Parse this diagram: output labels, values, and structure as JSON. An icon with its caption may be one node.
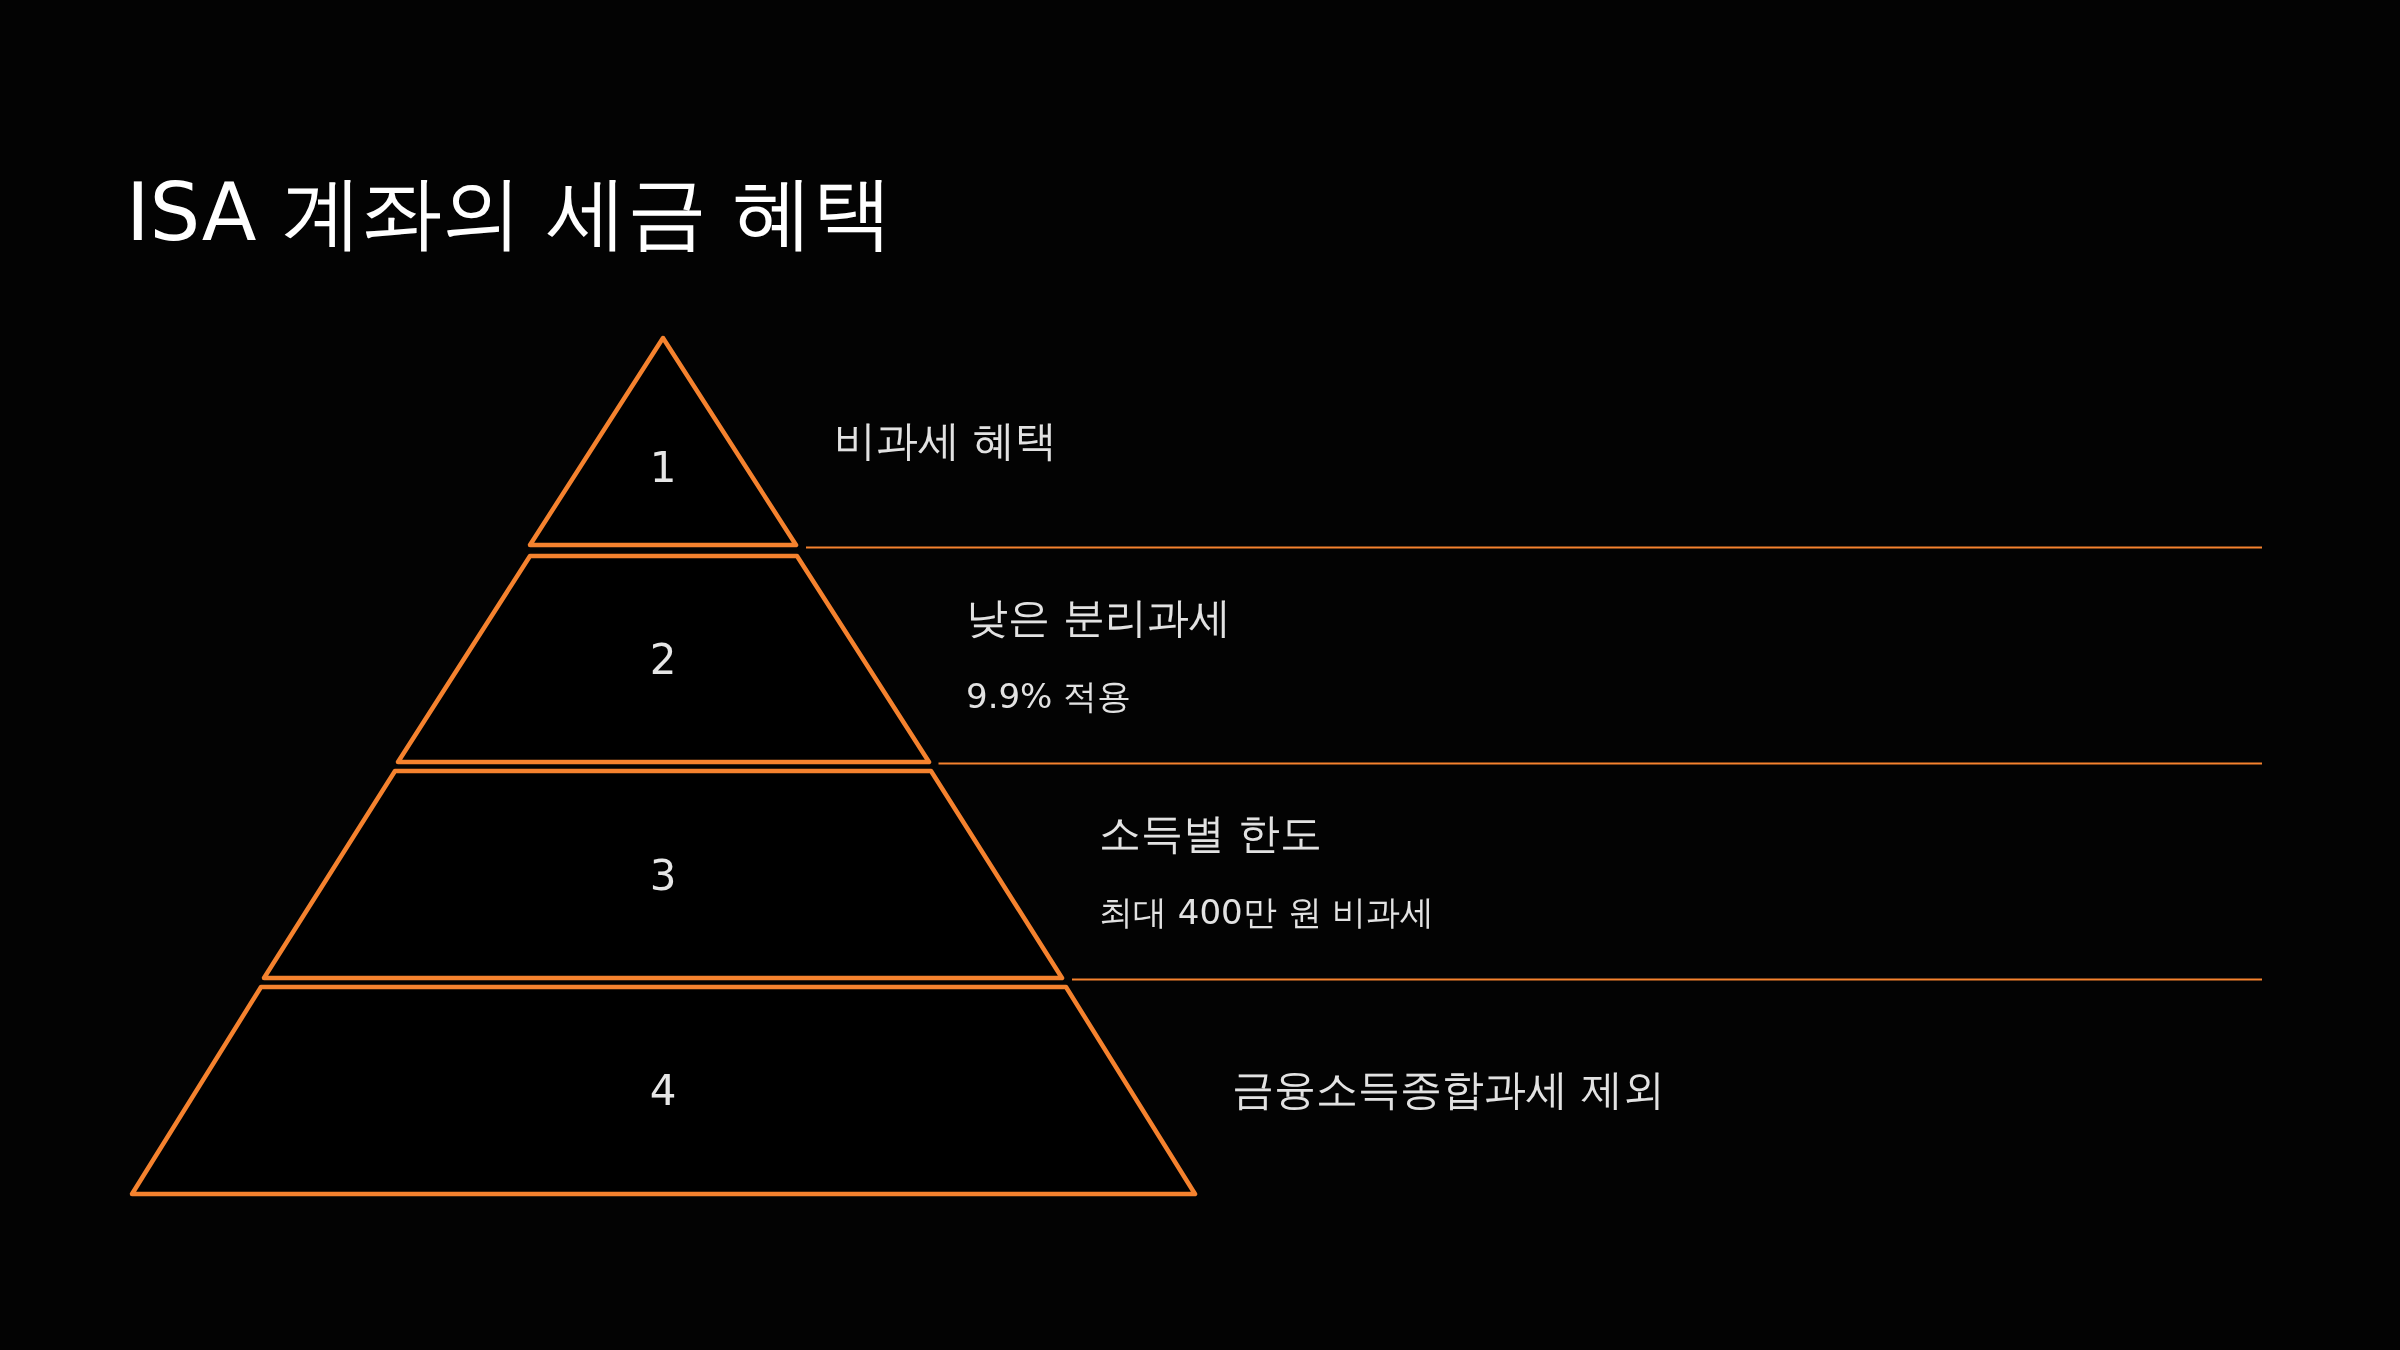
{
  "diagram": {
    "title": "ISA 계좌의 세금 혜택",
    "nodes": [
      {
        "text": [
          "1"
        ],
        "beside": [
          "비과세 혜택"
        ]
      },
      {
        "text": [
          "2"
        ],
        "beside": [
          "낮은 분리과세",
          "9.9% 적용"
        ]
      },
      {
        "text": [
          "3"
        ],
        "beside": [
          "소득별 한도",
          "최대 400만 원 비과세"
        ]
      },
      {
        "text": [
          "4"
        ],
        "beside": [
          "금융소득종합과세 제외"
        ]
      }
    ]
  }
}
